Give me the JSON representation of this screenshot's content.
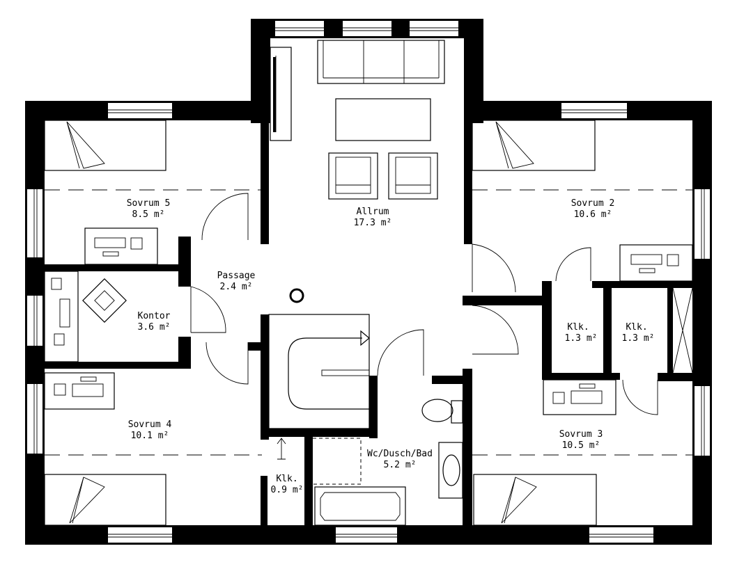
{
  "rooms": [
    {
      "name": "Sovrum 5",
      "area": "8.5 m²"
    },
    {
      "name": "Allrum",
      "area": "17.3 m²"
    },
    {
      "name": "Sovrum 2",
      "area": "10.6 m²"
    },
    {
      "name": "Passage",
      "area": "2.4 m²"
    },
    {
      "name": "Kontor",
      "area": "3.6 m²"
    },
    {
      "name": "Klk.",
      "area": "1.3 m²"
    },
    {
      "name": "Klk.",
      "area": "1.3 m²"
    },
    {
      "name": "Sovrum 4",
      "area": "10.1 m²"
    },
    {
      "name": "Sovrum 3",
      "area": "10.5 m²"
    },
    {
      "name": "Wc/Dusch/Bad",
      "area": "5.2 m²"
    },
    {
      "name": "Klk.",
      "area": "0.9 m²"
    }
  ]
}
